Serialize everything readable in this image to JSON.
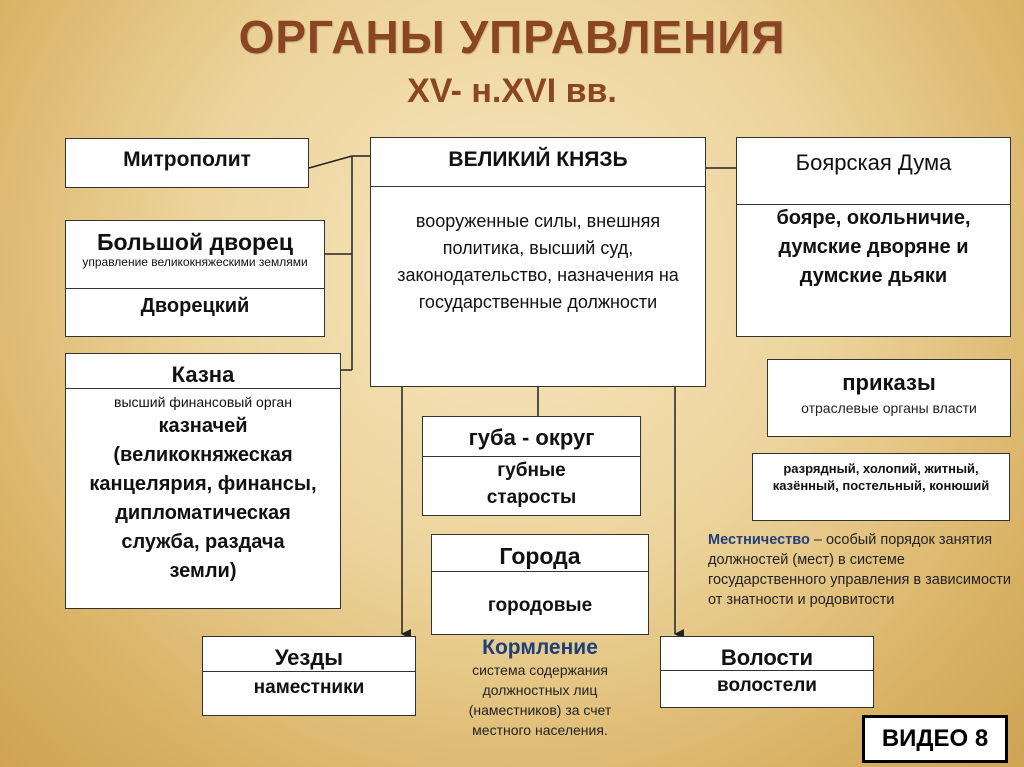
{
  "title": "ОРГАНЫ УПРАВЛЕНИЯ",
  "subtitle": "XV- н.XVI вв.",
  "mitropolit": "Митрополит",
  "great_prince": {
    "title": "ВЕЛИКИЙ КНЯЗЬ",
    "body": "вооруженные силы, внешняя политика, высший суд, законодательство, назначения на государственные должности"
  },
  "boyar_duma": {
    "title": "Боярская Дума",
    "body": "бояре, окольничие, думские дворяне и думские дьяки"
  },
  "bolshoy_dvorets": {
    "title": "Большой дворец",
    "desc": "управление великокняжескими землями",
    "head": "Дворецкий"
  },
  "kazna": {
    "title": "Казна",
    "desc": "высший финансовый орган",
    "body": "казначей (великокняжеская канцелярия, финансы, дипломатическая служба, раздача земли)"
  },
  "prikazy": {
    "title": "приказы",
    "desc": "отраслевые органы власти",
    "list": "разрядный, холопий, житный, казённый, постельный, конюший"
  },
  "guba": {
    "title": "губа - округ",
    "body": "губные старосты"
  },
  "goroda": {
    "title": "Города",
    "body": "городовые"
  },
  "uezdy": {
    "title": "Уезды",
    "body": "наместники"
  },
  "volosti": {
    "title": "Волости",
    "body": "волостели"
  },
  "kormlenie": {
    "title": "Кормление",
    "body": "система содержания должностных лиц (наместников) за счет местного населения."
  },
  "mestnichestvo": {
    "term": "Местничество",
    "text": " – особый порядок занятия должностей (мест) в системе государственного управления в зависимости от знатности и родовитости"
  },
  "video": "ВИДЕО 8"
}
